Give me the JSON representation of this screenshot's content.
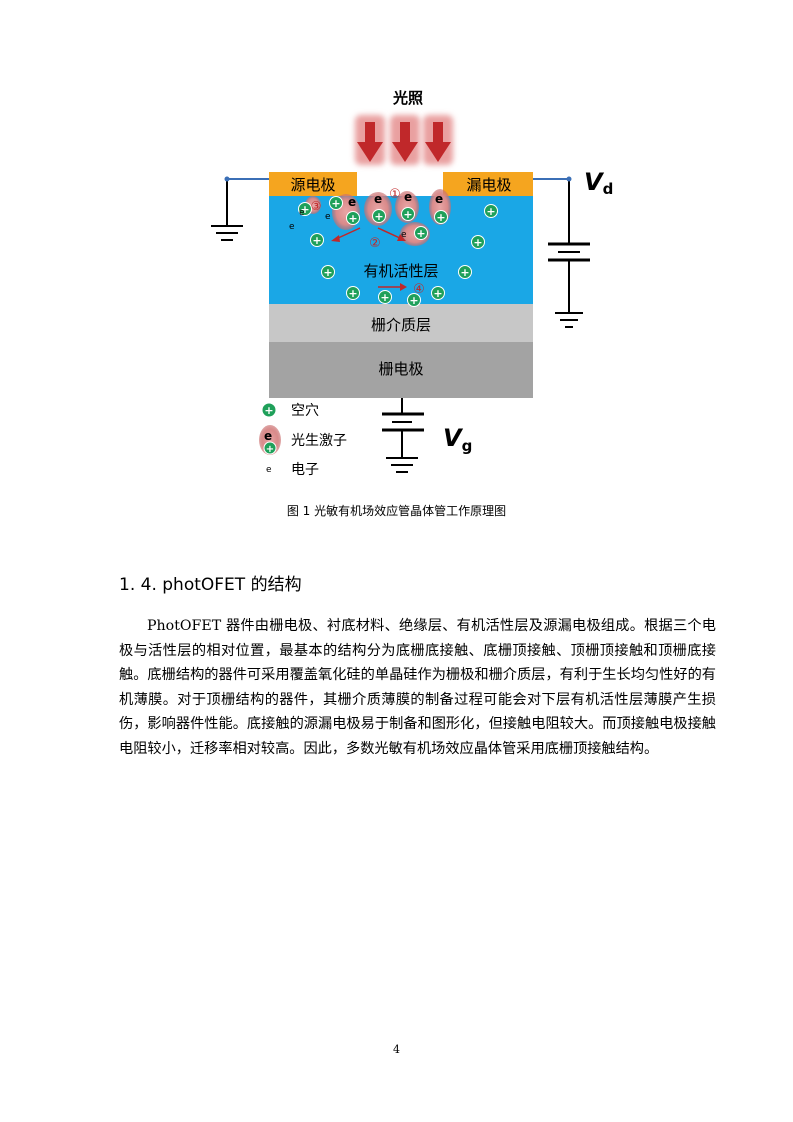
{
  "figure": {
    "light_label": "光照",
    "source_label": "源电极",
    "drain_label": "漏电极",
    "vd_label": "V",
    "vd_sub": "d",
    "active_label": "有机活性层",
    "dielectric_label": "栅介质层",
    "gate_label": "栅电极",
    "vg_label": "V",
    "vg_sub": "g",
    "markers": [
      "①",
      "②",
      "③",
      "④"
    ],
    "electron_symbol": "e",
    "hole_symbol": "+",
    "legend": {
      "hole": "空穴",
      "exciton": "光生激子",
      "electron": "电子"
    },
    "colors": {
      "electrode": "#f5a51f",
      "active": "#1aa7e6",
      "dielectric": "#c7c7c7",
      "gate": "#a3a3a3",
      "hole": "#1fa05a",
      "exciton_glow": "#d97a7a",
      "arrow": "#c0282a"
    }
  },
  "caption": "图 1 光敏有机场效应管晶体管工作原理图",
  "section": {
    "heading": "1. 4. photOFET 的结构",
    "paragraph": "PhotOFET 器件由栅电极、衬底材料、绝缘层、有机活性层及源漏电极组成。根据三个电极与活性层的相对位置，最基本的结构分为底栅底接触、底栅顶接触、顶栅顶接触和顶栅底接触。底栅结构的器件可采用覆盖氧化硅的单晶硅作为栅极和栅介质层，有利于生长均匀性好的有机薄膜。对于顶栅结构的器件，其栅介质薄膜的制备过程可能会对下层有机活性层薄膜产生损伤，影响器件性能。底接触的源漏电极易于制备和图形化，但接触电阻较大。而顶接触电极接触电阻较小，迁移率相对较高。因此，多数光敏有机场效应晶体管采用底栅顶接触结构。"
  },
  "page_number": "4"
}
